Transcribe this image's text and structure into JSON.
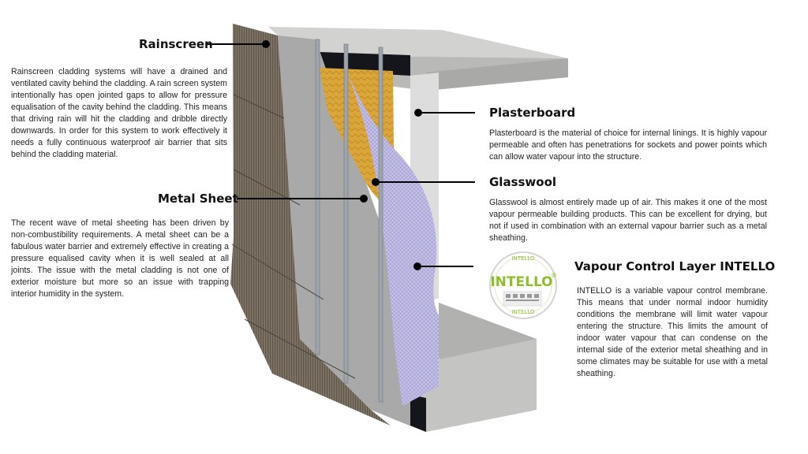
{
  "sections": {
    "rainscreen": {
      "title": "Rainscreen",
      "body": "Rainscreen cladding systems will have a drained and ventilated cavity behind the cladding. A rain screen system intentionally has open jointed gaps to allow for pressure equalisation of the cavity behind the cladding. This means that driving rain will hit the cladding and dribble directly downwards. In order for this system to work effectively it needs a fully continuous waterproof air barrier that sits behind the cladding material."
    },
    "metal_sheet": {
      "title": "Metal Sheet",
      "body": "The recent wave of metal sheeting has been driven by non-combustibility requirements. A metal sheet can be a fabulous water barrier and extremely effective in creating a pressure equalised cavity when it is well sealed at all joints. The issue with the metal cladding is not one of exterior moisture but more so an issue with trapping interior humidity in the system."
    },
    "plasterboard": {
      "title": "Plasterboard",
      "body": "Plasterboard is the material of choice for internal linings. It is highly vapour permeable and often has penetrations for sockets and power points which can allow water vapour into the structure."
    },
    "glasswool": {
      "title": "Glasswool",
      "body": "Glasswool is almost entirely made up of air. This makes it one of the most vapour permeable building products. This can be excellent for drying, but not if used in combination with an external vapour barrier such as a metal sheathing."
    },
    "intello": {
      "title": "Vapour Control Layer INTELLO",
      "body": "INTELLO is a variable vapour control membrane. This means that under normal indoor humidity conditions the membrane will limit water vapour entering the structure. This limits the amount of indoor water vapour that can condense on the internal side of the exterior metal sheathing and in some climates may be suitable for use with a metal sheathing."
    }
  },
  "logo": {
    "brand": "INTELLO",
    "registered": "®",
    "ring_text": "INTELLO"
  },
  "colors": {
    "slab": "#c7c7c5",
    "cladding": "#7d7264",
    "glasswool": "#d8a83a",
    "membrane": "#b9b6de",
    "plasterboard": "#dedede",
    "logo_green": "#8ebf2a",
    "leader": "#000000"
  }
}
